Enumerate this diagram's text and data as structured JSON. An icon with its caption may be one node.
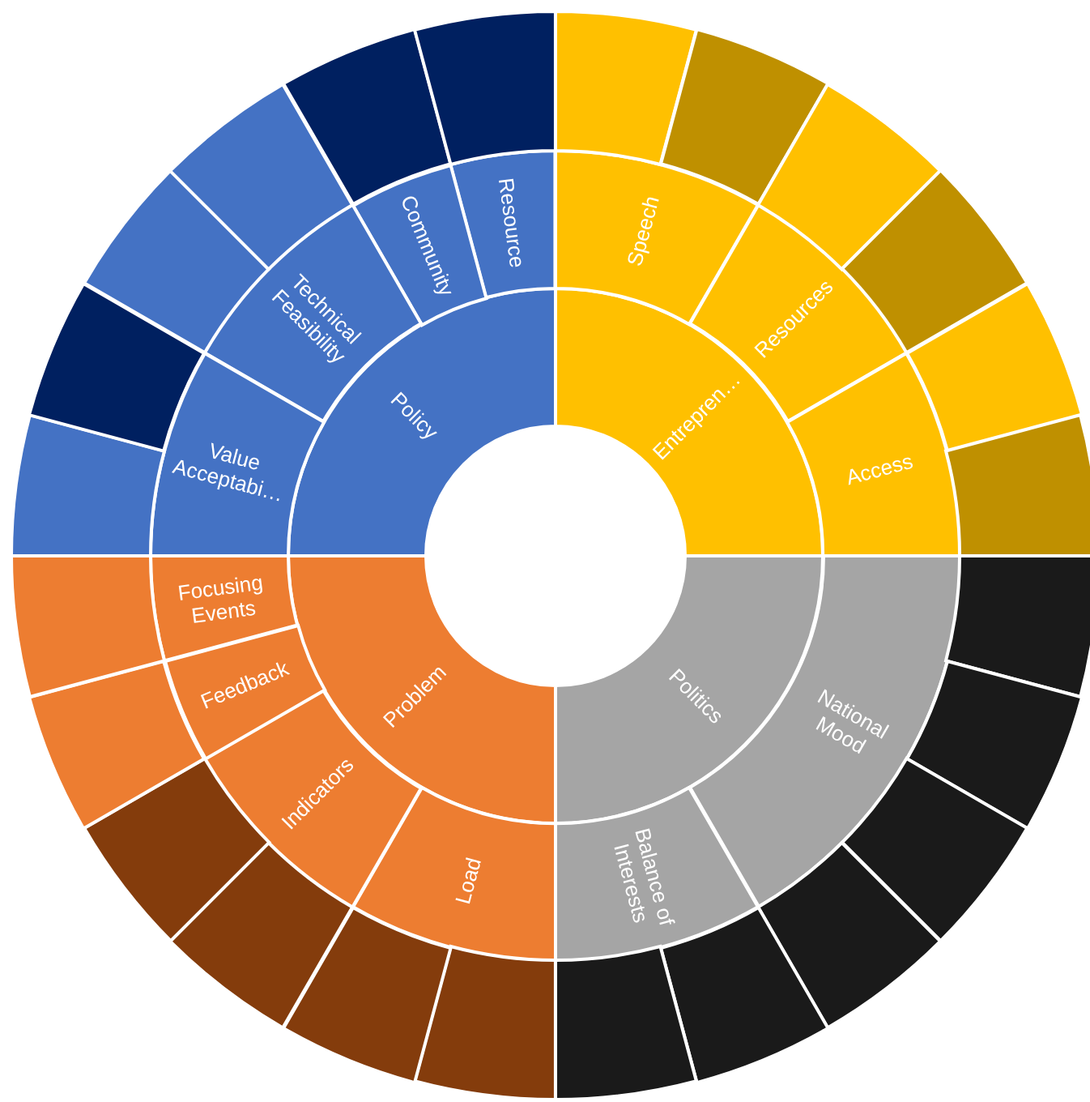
{
  "diagram": {
    "nodes": [
      {
        "text": [
          "Policy"
        ]
      },
      {
        "text": [
          "Entrepren…"
        ]
      },
      {
        "text": [
          "Politics"
        ]
      },
      {
        "text": [
          "Problem"
        ]
      },
      {
        "text": [
          "Resource"
        ]
      },
      {
        "text": [
          "Community"
        ]
      },
      {
        "text": [
          "Technical Feasibility"
        ]
      },
      {
        "text": [
          "Value Acceptabi…"
        ]
      },
      {
        "text": [
          "Speech"
        ]
      },
      {
        "text": [
          "Resources"
        ]
      },
      {
        "text": [
          "Access"
        ]
      },
      {
        "text": [
          "National Mood"
        ]
      },
      {
        "text": [
          "Balance of Interests"
        ]
      },
      {
        "text": [
          "Load"
        ]
      },
      {
        "text": [
          "Indicators"
        ]
      },
      {
        "text": [
          "Feedback"
        ]
      },
      {
        "text": [
          "Focusing Events"
        ]
      },
      {
        "text": [],
        "shape": "sector"
      },
      {
        "text": [],
        "shape": "sector"
      },
      {
        "text": [],
        "shape": "sector"
      },
      {
        "text": [],
        "shape": "sector"
      },
      {
        "text": [],
        "shape": "sector"
      },
      {
        "text": [],
        "shape": "sector"
      },
      {
        "text": [],
        "shape": "sector"
      },
      {
        "text": [],
        "shape": "sector"
      },
      {
        "text": [],
        "shape": "sector"
      },
      {
        "text": [],
        "shape": "sector"
      },
      {
        "text": [],
        "shape": "sector"
      },
      {
        "text": [],
        "shape": "sector"
      },
      {
        "text": [],
        "shape": "sector"
      },
      {
        "text": [],
        "shape": "sector"
      },
      {
        "text": [],
        "shape": "sector"
      },
      {
        "text": [],
        "shape": "sector"
      },
      {
        "text": [],
        "shape": "sector"
      },
      {
        "text": [],
        "shape": "sector"
      },
      {
        "text": [],
        "shape": "sector"
      },
      {
        "text": [],
        "shape": "sector"
      },
      {
        "text": [],
        "shape": "sector"
      },
      {
        "text": [],
        "shape": "sector"
      },
      {
        "text": [],
        "shape": "sector"
      },
      {
        "text": [],
        "shape": "sector"
      }
    ]
  }
}
